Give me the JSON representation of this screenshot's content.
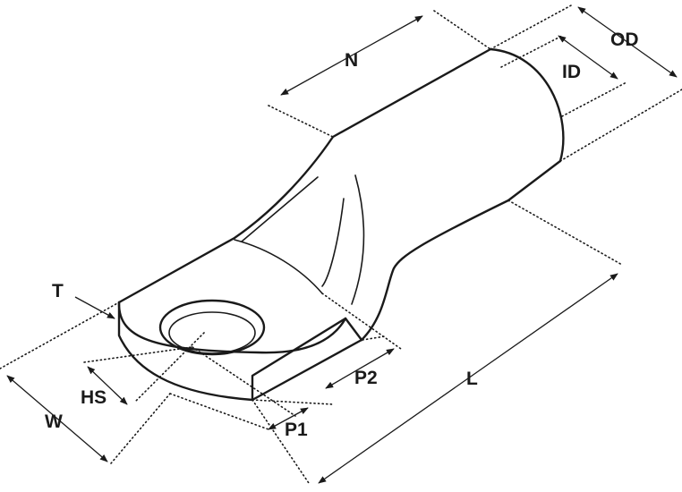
{
  "labels": {
    "n": "N",
    "od": "OD",
    "id": "ID",
    "t": "T",
    "hs": "HS",
    "w": "W",
    "p1": "P1",
    "p2": "P2",
    "l": "L"
  },
  "colors": {
    "line": "#1a1a1a",
    "background": "#ffffff"
  }
}
